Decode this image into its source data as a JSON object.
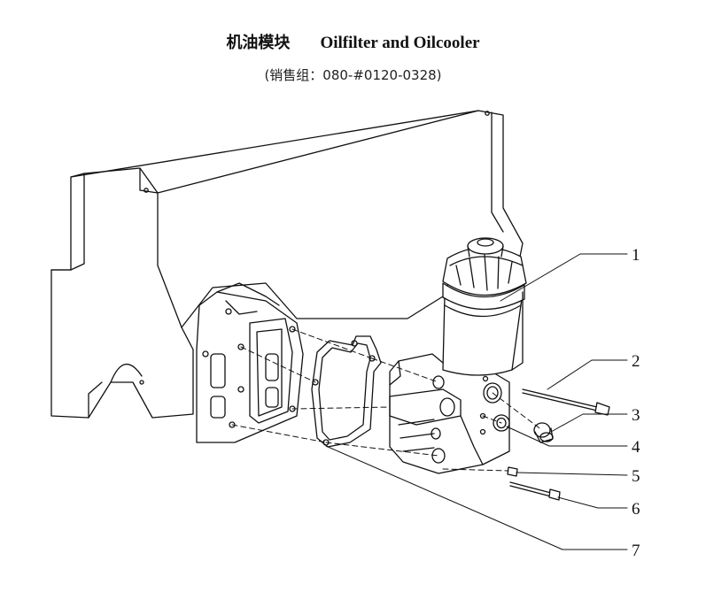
{
  "title": {
    "chinese": "机油模块",
    "english": "Oilfilter and Oilcooler"
  },
  "subtitle": "(销售组：080-#0120-0328)",
  "callouts": [
    "1",
    "2",
    "3",
    "4",
    "5",
    "6",
    "7"
  ],
  "colors": {
    "line": "#111111",
    "background": "#ffffff"
  }
}
